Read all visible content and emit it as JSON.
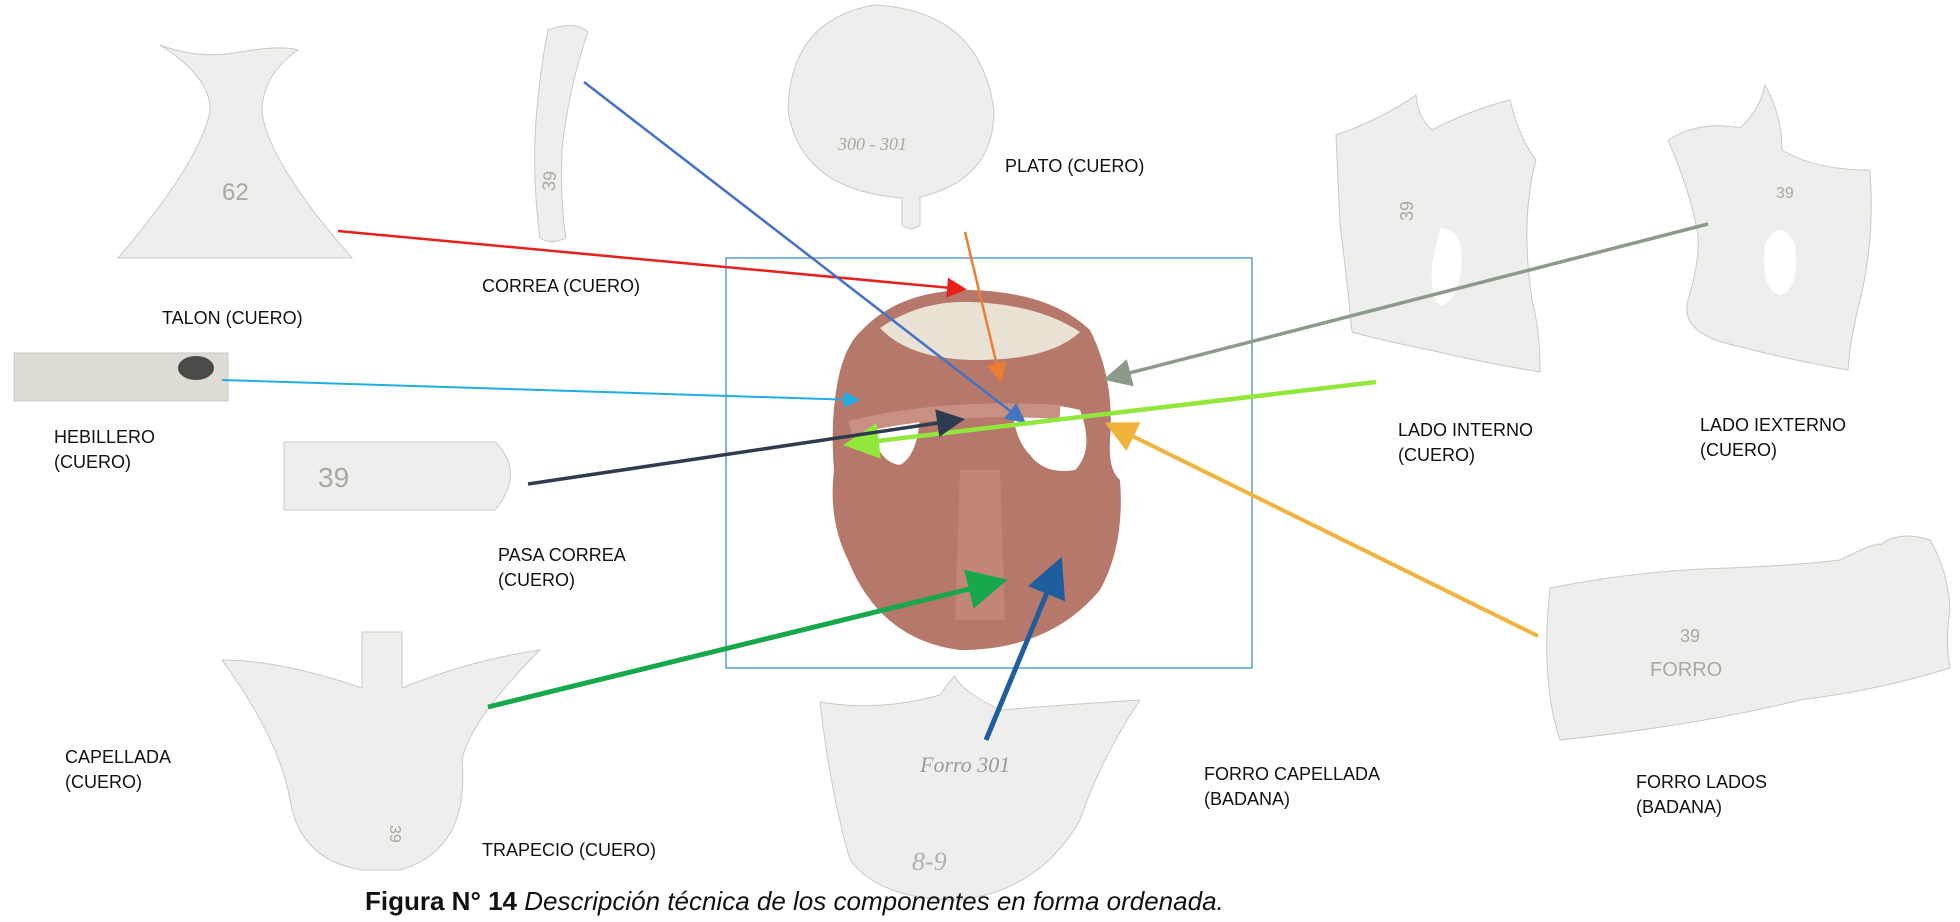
{
  "colors": {
    "piece_fill": "#eeeeec",
    "piece_stroke": "#c9c9c4",
    "shoe_leather": "#b5786a",
    "frame": "#5b9bd5",
    "arrow_talon": "#e8201c",
    "arrow_correa": "#4472c4",
    "arrow_plato": "#ed7d31",
    "arrow_lado_externo": "#8c9a8a",
    "arrow_lado_interno": "#92e83a",
    "arrow_hebillero": "#1eaee4",
    "arrow_pasa_correa": "#2f3c50",
    "arrow_forro_lados": "#f0b43c",
    "arrow_capellada": "#16a84a",
    "arrow_forro_capellada": "#1f5e9c"
  },
  "labels": {
    "talon": "TALON (CUERO)",
    "correa": "CORREA (CUERO)",
    "plato": "PLATO (CUERO)",
    "hebillero": [
      "HEBILLERO",
      "(CUERO)"
    ],
    "pasa_correa": [
      "PASA CORREA",
      "(CUERO)"
    ],
    "lado_interno": [
      "LADO INTERNO",
      "(CUERO)"
    ],
    "lado_externo": [
      "LADO IEXTERNO",
      "(CUERO)"
    ],
    "capellada": [
      "CAPELLADA",
      "(CUERO)"
    ],
    "trapecio": "TRAPECIO (CUERO)",
    "forro_capellada": [
      "FORRO CAPELLADA",
      "(BADANA)"
    ],
    "forro_lados": [
      "FORRO LADOS",
      "(BADANA)"
    ]
  },
  "piece_marks": {
    "talon": "62",
    "plato": "300 - 301",
    "correa": "39",
    "pasa_correa": "39",
    "lado_interno": "39",
    "lado_externo": "39",
    "capellada": "39",
    "forro_capellada_1": "Forro 301",
    "forro_capellada_2": "8-9",
    "forro_lados_1": "39",
    "forro_lados_2": "FORRO"
  },
  "caption": {
    "bold": "Figura N° 14",
    "italic": "Descripción técnica de los componentes en forma ordenada."
  }
}
